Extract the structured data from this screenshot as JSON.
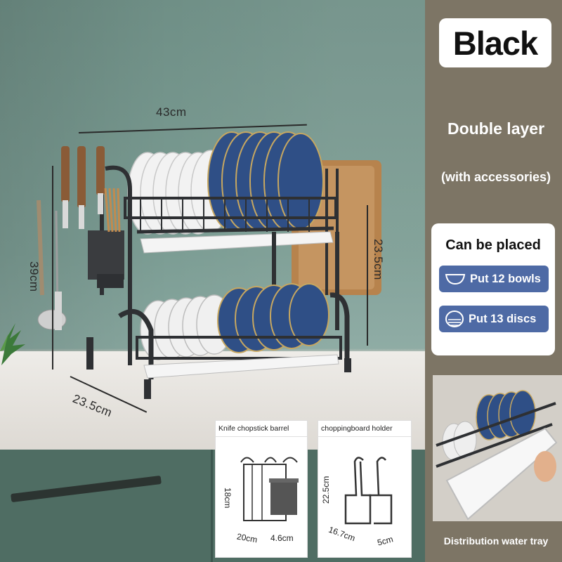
{
  "color_badge": "Black",
  "headline": "Double layer",
  "subheadline": "(with accessories)",
  "capacity": {
    "title": "Can be placed",
    "items": [
      {
        "icon": "bowl-icon",
        "label": "Put 12 bowls"
      },
      {
        "icon": "discs-icon",
        "label": "Put 13 discs"
      }
    ]
  },
  "dimensions": {
    "width": "43cm",
    "height": "39cm",
    "depth": "23.5cm",
    "board_holder_height": "23.5cm"
  },
  "insets": {
    "barrel": {
      "title": "Knife chopstick barrel",
      "height": "18cm",
      "width": "20cm",
      "depth": "4.6cm"
    },
    "board": {
      "title": "choppingboard holder",
      "height": "22.5cm",
      "width": "16.7cm",
      "depth": "5cm"
    }
  },
  "tray_caption": "Distribution water tray",
  "colors": {
    "panel_background": "#7d7565",
    "button_blue": "#4e6aa5",
    "rack_black": "#2e3033",
    "plate_blue": "#2f4f86"
  }
}
